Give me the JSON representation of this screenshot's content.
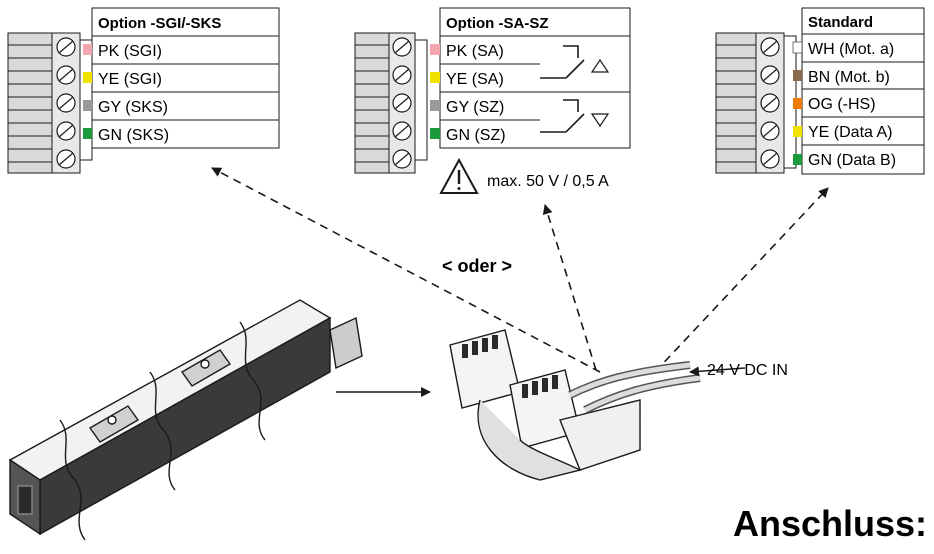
{
  "tables": {
    "sgi": {
      "header": "Option -SGI/-SKS",
      "rows": [
        {
          "label": "PK (SGI)",
          "color": "#f4a6b0"
        },
        {
          "label": "YE (SGI)",
          "color": "#f2e200"
        },
        {
          "label": "GY (SKS)",
          "color": "#9a9a9a"
        },
        {
          "label": "GN (SKS)",
          "color": "#1a9a3a"
        }
      ]
    },
    "sa": {
      "header": "Option -SA-SZ",
      "rows": [
        {
          "label": "PK (SA)",
          "color": "#f4a6b0"
        },
        {
          "label": "YE (SA)",
          "color": "#f2e200"
        },
        {
          "label": "GY (SZ)",
          "color": "#9a9a9a"
        },
        {
          "label": "GN (SZ)",
          "color": "#1a9a3a"
        }
      ]
    },
    "std": {
      "header": "Standard",
      "rows": [
        {
          "label": "WH (Mot. a)",
          "color": "#ffffff"
        },
        {
          "label": "BN (Mot. b)",
          "color": "#8a6a4a"
        },
        {
          "label": "OG (-HS)",
          "color": "#f07a00"
        },
        {
          "label": "YE (Data A)",
          "color": "#f2e200"
        },
        {
          "label": "GN (Data B)",
          "color": "#1a9a3a"
        }
      ]
    }
  },
  "warning": "max. 50 V / 0,5 A",
  "oder": "< oder >",
  "supply": "24 V DC IN",
  "title": "Anschluss:"
}
